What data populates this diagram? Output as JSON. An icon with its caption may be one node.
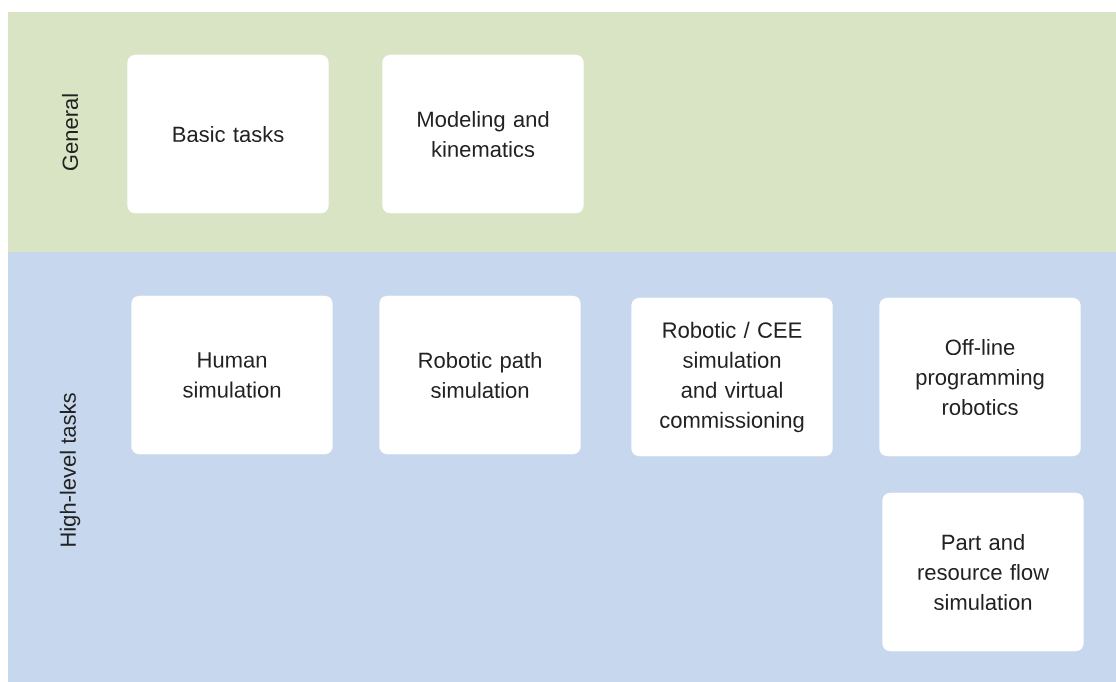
{
  "diagram": {
    "nodes": [
      {
        "text": [
          "General"
        ]
      },
      {
        "text": [
          "Basic tasks"
        ],
        "in": 0
      },
      {
        "text": [
          "Modeling and kinematics"
        ],
        "in": 0
      },
      {
        "text": [
          "High-level tasks"
        ]
      },
      {
        "text": [
          "Human simulation"
        ],
        "in": 3
      },
      {
        "text": [
          "Robotic path simulation"
        ],
        "in": 3
      },
      {
        "text": [
          "Robotic / CEE simulation and virtual commissioning"
        ],
        "in": 3
      },
      {
        "text": [
          "Off-line programming robotics"
        ],
        "in": 3
      },
      {
        "text": [
          "Part and resource flow simulation"
        ],
        "in": 3
      }
    ]
  }
}
